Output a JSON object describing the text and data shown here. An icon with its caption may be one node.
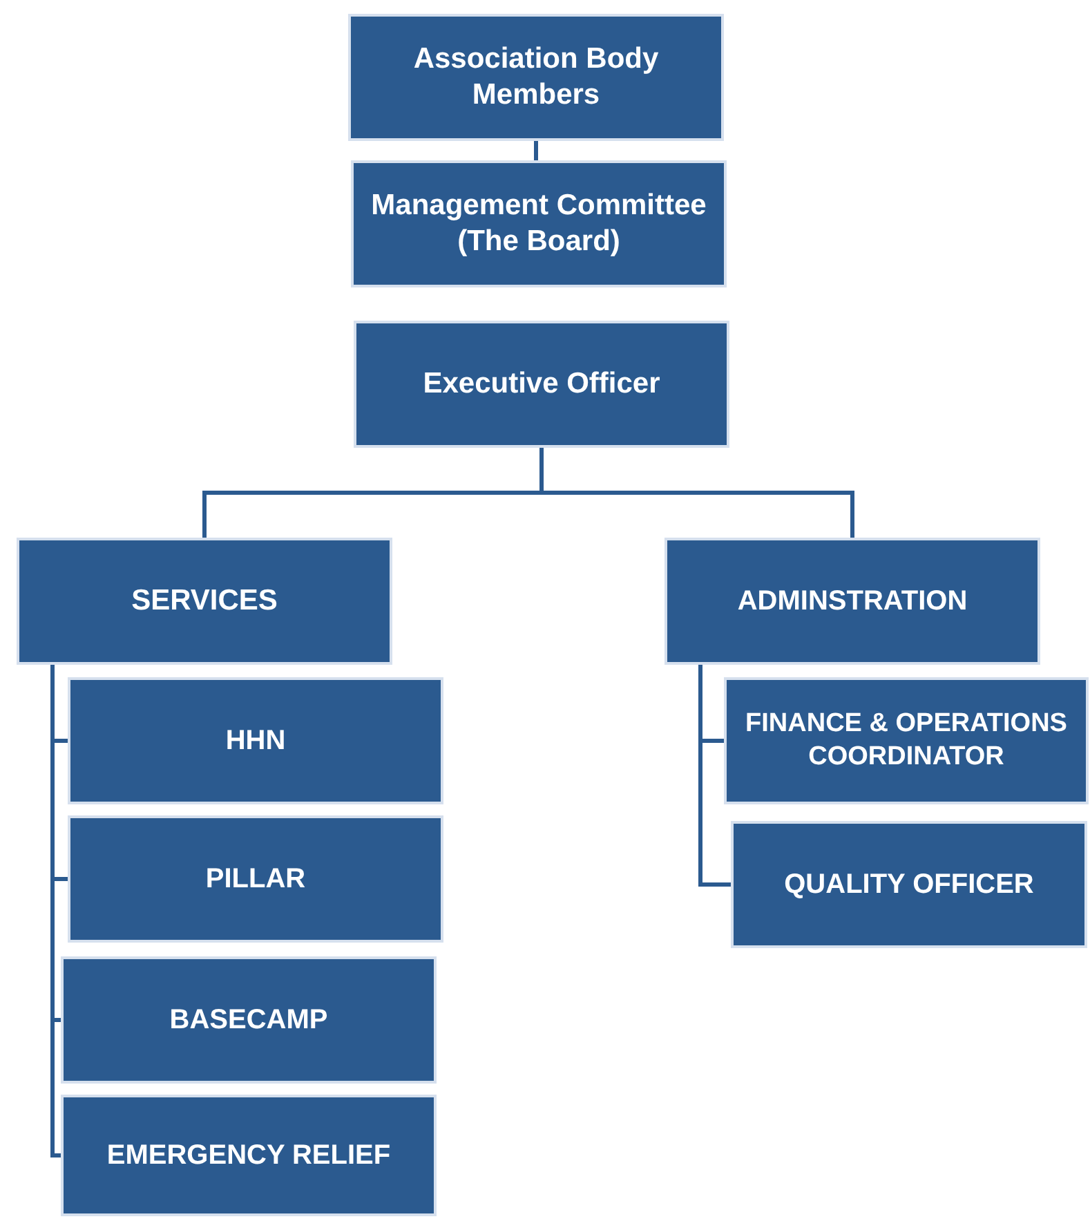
{
  "diagram": {
    "nodes": [
      {
        "text": [
          "Association Body Members"
        ]
      },
      {
        "text": [
          "Management Committee (The Board)"
        ]
      },
      {
        "text": [
          "Executive Officer"
        ]
      },
      {
        "text": [
          "SERVICES"
        ]
      },
      {
        "text": [
          "ADMINSTRATION"
        ]
      },
      {
        "text": [
          "HHN"
        ]
      },
      {
        "text": [
          "PILLAR"
        ]
      },
      {
        "text": [
          "BASECAMP"
        ]
      },
      {
        "text": [
          "EMERGENCY RELIEF"
        ]
      },
      {
        "text": [
          "FINANCE & OPERATIONS COORDINATOR"
        ]
      },
      {
        "text": [
          "QUALITY OFFICER"
        ]
      }
    ],
    "edges": [
      {
        "from": 0,
        "to": 1,
        "arrow": "none"
      },
      {
        "from": 2,
        "to": 3,
        "arrow": "none"
      },
      {
        "from": 2,
        "to": 4,
        "arrow": "none"
      },
      {
        "from": 3,
        "to": 5,
        "arrow": "none"
      },
      {
        "from": 3,
        "to": 6,
        "arrow": "none"
      },
      {
        "from": 3,
        "to": 7,
        "arrow": "none"
      },
      {
        "from": 3,
        "to": 8,
        "arrow": "none"
      },
      {
        "from": 4,
        "to": 9,
        "arrow": "none"
      },
      {
        "from": 4,
        "to": 10,
        "arrow": "none"
      }
    ]
  }
}
